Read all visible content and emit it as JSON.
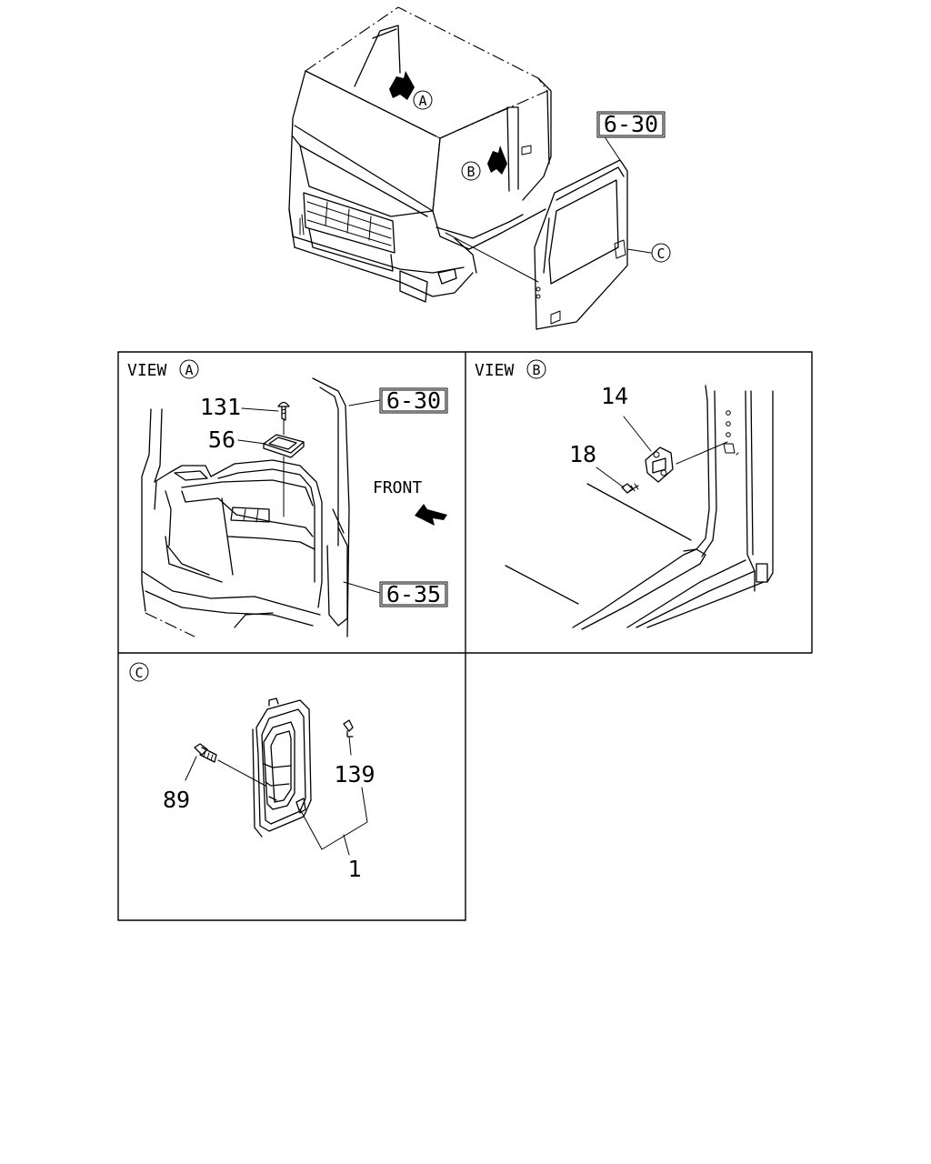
{
  "overview": {
    "callout_a": "A",
    "callout_b": "B",
    "callout_c": "C",
    "ref_door": "6-30"
  },
  "panel_a": {
    "view_word": "VIEW",
    "view_letter": "A",
    "front_label": "FRONT",
    "part_131": "131",
    "part_56": "56",
    "ref_6_30": "6-30",
    "ref_6_35": "6-35"
  },
  "panel_b": {
    "view_word": "VIEW",
    "view_letter": "B",
    "part_14": "14",
    "part_18": "18"
  },
  "panel_c": {
    "letter": "C",
    "part_89": "89",
    "part_139": "139",
    "part_1": "1"
  }
}
